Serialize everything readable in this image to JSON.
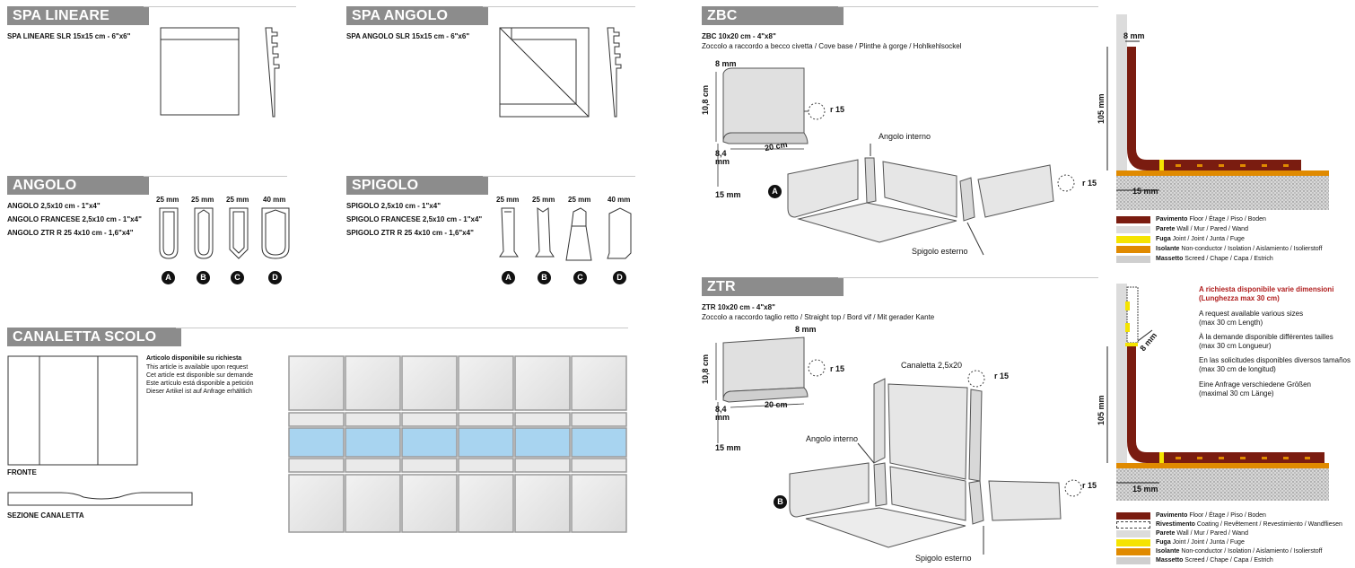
{
  "spa_lineare": {
    "title": "SPA LINEARE",
    "line": "SPA LINEARE SLR 15x15 cm",
    "size": "6\"x6\""
  },
  "spa_angolo": {
    "title": "SPA ANGOLO",
    "line": "SPA ANGOLO SLR 15x15 cm",
    "size": "6\"x6\""
  },
  "angolo": {
    "title": "ANGOLO",
    "lines": [
      {
        "name": "ANGOLO 2,5x10 cm",
        "size": "1\"x4\""
      },
      {
        "name": "ANGOLO FRANCESE 2,5x10 cm",
        "size": "1\"x4\""
      },
      {
        "name": "ANGOLO ZTR R 25 4x10 cm",
        "size": "1,6\"x4\""
      }
    ],
    "dims": [
      "25 mm",
      "25 mm",
      "25 mm",
      "40 mm"
    ],
    "letters": [
      "A",
      "B",
      "C",
      "D"
    ]
  },
  "spigolo": {
    "title": "SPIGOLO",
    "lines": [
      {
        "name": "SPIGOLO 2,5x10 cm",
        "size": "1\"x4\""
      },
      {
        "name": "SPIGOLO FRANCESE 2,5x10 cm",
        "size": "1\"x4\""
      },
      {
        "name": "SPIGOLO ZTR R 25 4x10 cm",
        "size": "1,6\"x4\""
      }
    ],
    "dims": [
      "25 mm",
      "25 mm",
      "25 mm",
      "40 mm"
    ],
    "letters": [
      "A",
      "B",
      "C",
      "D"
    ]
  },
  "canaletta": {
    "title": "CANALETTA SCOLO ACQUA",
    "note_title": "Articolo disponibile su richiesta",
    "notes": [
      "This article is available upon request",
      "Cet article est disponible sur demande",
      "Este artículo está disponible a petición",
      "Dieser Artikel ist auf Anfrage erhältlich"
    ],
    "fronte": "FRONTE",
    "sezione": "SEZIONE CANALETTA"
  },
  "zbc": {
    "title": "ZBC",
    "line": "ZBC 10x20 cm",
    "size": "4\"x8\"",
    "desc": "Zoccolo a raccordo a becco civetta / Cove base / Plinthe à gorge / Hohlkehlsockel",
    "d8": "8 mm",
    "d108": "10,8 cm",
    "d20": "20 cm",
    "d84": "8,4 mm",
    "d15": "15 mm",
    "r15": "r 15",
    "angolo_interno": "Angolo interno",
    "spigolo_esterno": "Spigolo esterno",
    "letter": "A"
  },
  "ztr": {
    "title": "ZTR",
    "line": "ZTR 10x20 cm",
    "size": "4\"x8\"",
    "desc": "Zoccolo a raccordo taglio retto / Straight top / Bord vif / Mit gerader Kante",
    "d8": "8 mm",
    "d108": "10,8 cm",
    "d20": "20 cm",
    "d84": "8,4 mm",
    "d15": "15 mm",
    "r15": "r 15",
    "canaletta": "Canaletta 2,5x20",
    "angolo_interno": "Angolo interno",
    "spigolo_esterno": "Spigolo esterno",
    "letter": "B"
  },
  "section_zbc": {
    "d8": "8 mm",
    "d105": "105 mm",
    "d15": "15 mm"
  },
  "section_ztr": {
    "d8": "8 mm",
    "d105": "105 mm",
    "d15": "15 mm",
    "note_title": "A richiesta disponibile varie dimensioni",
    "note_sub": "(Lunghezza max 30 cm)",
    "notes": [
      [
        "A request available various sizes",
        "(max 30 cm Length)"
      ],
      [
        "À la demande disponible différentes tailles",
        "(max 30 cm Longueur)"
      ],
      [
        "En las solicitudes disponibles diversos tamaños",
        "(max 30 cm de longitud)"
      ],
      [
        "Eine Anfrage verschiedene Größen",
        "(maximal 30 cm Länge)"
      ]
    ]
  },
  "legend_zbc": [
    {
      "bold": "Pavimento",
      "rest": " Floor / Étage / Piso / Boden",
      "color": "#7a1c10"
    },
    {
      "bold": "Parete",
      "rest": " Wall / Mur / Pared / Wand",
      "color": "#dcdcdc"
    },
    {
      "bold": "Fuga",
      "rest": " Joint / Joint / Junta / Fuge",
      "color": "#f5e400"
    },
    {
      "bold": "Isolante",
      "rest": " Non-conductor / Isolation / Aislamiento / Isolierstoff",
      "color": "#e08a00"
    },
    {
      "bold": "Massetto",
      "rest": " Screed / Chape / Capa / Estrich",
      "color": "#cfcfcf"
    }
  ],
  "legend_ztr": [
    {
      "bold": "Pavimento",
      "rest": " Floor / Étage / Piso / Boden",
      "color": "#7a1c10"
    },
    {
      "bold": "Rivestimento",
      "rest": " Coating / Revêtement / Revestimiento / Wandfliesen",
      "color": "#ffffff"
    },
    {
      "bold": "Parete",
      "rest": " Wall / Mur / Pared / Wand",
      "color": "#dcdcdc"
    },
    {
      "bold": "Fuga",
      "rest": " Joint / Joint / Junta / Fuge",
      "color": "#f5e400"
    },
    {
      "bold": "Isolante",
      "rest": " Non-conductor / Isolation / Aislamiento / Isolierstoff",
      "color": "#e08a00"
    },
    {
      "bold": "Massetto",
      "rest": " Screed / Chape / Capa / Estrich",
      "color": "#cfcfcf"
    }
  ],
  "colors": {
    "header": "#8c8c8c",
    "floor": "#7a1c10",
    "joint": "#f5e400",
    "insulation": "#e08a00",
    "water": "#a8d4f0"
  }
}
